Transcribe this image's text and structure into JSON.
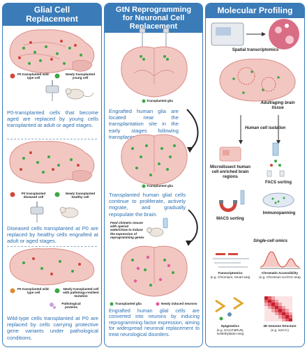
{
  "panel1": {
    "title_line1": "Glial Cell",
    "title_line2": "Replacement",
    "s1": {
      "label_a": "P0 transplanted wild-type cell",
      "label_b": "Newly transplanted young cell",
      "text": "P0-transplanted cells that become aged are replaced by young cells transplanted at adult or aged stages."
    },
    "s2": {
      "label_a": "P0 transplanted diseased cell",
      "label_b": "Newly transplanted healthy cell",
      "text": "Diseased cells transplanted at P0 are replaced by healthy cells engrafted at adult or aged stages."
    },
    "s3": {
      "label_a": "P0 transplanted wild-type cell",
      "label_b": "Newly transplanted cell with pathology-resilient mutation",
      "label_c": "Pathological proteins",
      "text": "Wild-type cells transplanted at P0 are replaced by cells carrying protective gene variants under pathological conditions."
    }
  },
  "panel2": {
    "title_line1": "GtN Reprogramming",
    "title_line2": "for Neuronal Cell",
    "title_line3": "Replacement",
    "label_transplanted_1": "Transplanted glia",
    "text_1": "Engrafted human glia are located near the transplantation site in the early stages following transplantation.",
    "label_transplanted_2": "Transplanted glia",
    "text_2": "Transplanted human glial cells continue to proliferate, actively migrate, and gradually repopulate the brain.",
    "label_feed": "Feed chimeric mouse with special water/chow to induce the expression of reprogramming genes",
    "label_transplanted_3": "Transplanted glia",
    "label_neurons": "Newly induced neurons",
    "text_3": "Engrafted human glial cells are converted into neurons by inducing reprogramming factor expression, aiming for widespread neuronal replacement to treat neurological disorders."
  },
  "panel3": {
    "title": "Molecular Profiling",
    "spatial": "Spatial transcriptomics",
    "tissue": "Adult/aging brain tissue",
    "isolation": "Human cell isolation",
    "microdissect": "Microdissect human cell enriched brain regions",
    "facs": "FACS sorting",
    "macs": "MACS sorting",
    "immuno": "Immunopanning",
    "omics": "Single-cell omics",
    "transcriptomics": "Transcriptomics",
    "transcriptomics_eg": "(e.g. Chromium, Smart-seq)",
    "chromatin": "Chromatin Accessibility",
    "chromatin_eg": "(e.g. Chromium scATAC-seq)",
    "epigenetics": "Epigenetics",
    "epigenetics_eg": "(e.g. scCUT&RUN, scMethylation-seq)",
    "genome3d": "3D Genome Structure",
    "genome3d_eg": "(e.g. scHi-C)"
  },
  "colors": {
    "accent": "#3a7bb8",
    "text_blue": "#2a6fb3",
    "brain_pink": "#f2c7c2",
    "brain_line": "#d98e88",
    "glia_green": "#3aa845",
    "cell_red": "#d2453a",
    "neuron_pink": "#e25ca0"
  }
}
